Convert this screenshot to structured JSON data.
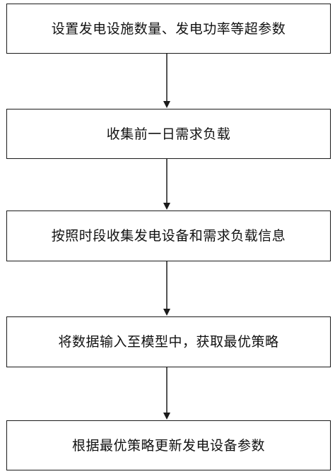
{
  "flowchart": {
    "steps": [
      {
        "text": "设置发电设施数量、发电功率等超参数"
      },
      {
        "text": "收集前一日需求负载"
      },
      {
        "text": "按照时段收集发电设备和需求负载信息"
      },
      {
        "text": "将数据输入至模型中，获取最优策略"
      },
      {
        "text": "根据最优策略更新发电设备参数"
      }
    ]
  },
  "colors": {
    "border": "#1a1a1a",
    "text": "#111111",
    "background": "#ffffff"
  }
}
